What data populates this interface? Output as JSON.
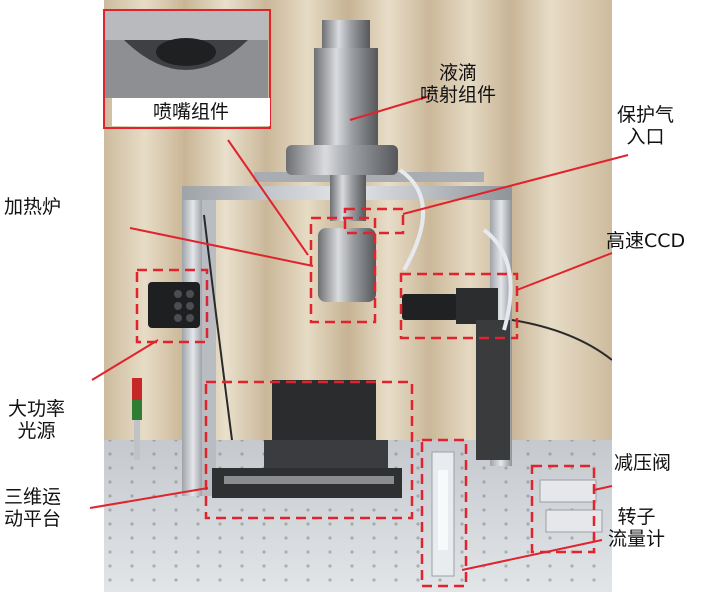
{
  "figure": {
    "labels": {
      "inset": "喷嘴组件",
      "droplet_jet": [
        "液滴",
        "喷射组件"
      ],
      "protective_gas": [
        "保护气",
        "入口"
      ],
      "heating_furnace": "加热炉",
      "high_speed_ccd": "高速CCD",
      "light_source": [
        "大功率",
        "光源"
      ],
      "motion_platform": [
        "三维运",
        "动平台"
      ],
      "pressure_valve": "减压阀",
      "flowmeter": [
        "转子",
        "流量计"
      ]
    },
    "colors": {
      "annotation_red": "#e0232d",
      "curtain": "#d8c9b0",
      "frame": "#c9ccd0",
      "table": "#d6d9dc"
    }
  }
}
